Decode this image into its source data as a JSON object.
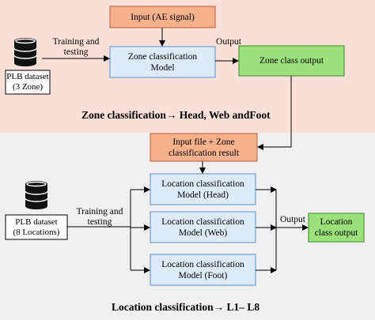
{
  "colors": {
    "top_panel_bg": "#fbe0d8",
    "bottom_panel_bg": "#f0f0f0",
    "input_box_fill": "#f5b08c",
    "input_box_border": "#c0704a",
    "model_box_fill": "#ddeaf8",
    "model_box_border": "#6f9fd8",
    "output_box_fill": "#9be07a",
    "output_box_border": "#4a9a3a",
    "arrow": "#000000",
    "database_icon": "#111111"
  },
  "zone_stage": {
    "input_box": "Input (AE signal)",
    "model_box": [
      "Zone classification",
      "Model"
    ],
    "output_box": "Zone class output",
    "output_label": "Output",
    "dataset_label": [
      "PLB dataset",
      "(3 Zone)"
    ],
    "training_label": [
      "Training and",
      "testing"
    ],
    "title": "Zone classification→ Head, Web andFoot"
  },
  "location_stage": {
    "input_box": [
      "Input file + Zone",
      "classification result"
    ],
    "models": [
      [
        "Location classification",
        "Model (Head)"
      ],
      [
        "Location classification",
        "Model (Web)"
      ],
      [
        "Location classification",
        "Model (Foot)"
      ]
    ],
    "output_box": [
      "Location",
      "class output"
    ],
    "output_label": "Output",
    "dataset_label": [
      "PLB dataset",
      "(8 Locations)"
    ],
    "training_label": [
      "Training and",
      "testing"
    ],
    "title": "Location classification→ L1– L8"
  }
}
